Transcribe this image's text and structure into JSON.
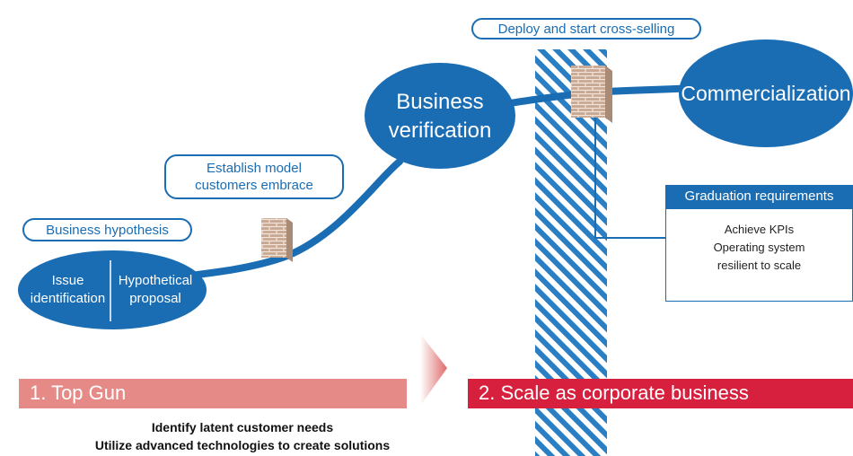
{
  "phases": {
    "business_hypothesis": "Business hypothesis",
    "establish_model": [
      "Establish model",
      "customers embrace"
    ],
    "deploy": "Deploy and start cross-selling"
  },
  "hypothesis_oval": {
    "left": [
      "Issue",
      "identification"
    ],
    "right": [
      "Hypothetical",
      "proposal"
    ]
  },
  "verification_oval": [
    "Business",
    "verification"
  ],
  "commercialization": "Commercialization",
  "graduation": {
    "title": "Graduation requirements",
    "items": [
      "Achieve KPIs",
      "Operating system",
      "resilient to scale"
    ]
  },
  "bands": {
    "top_gun": "1. Top Gun",
    "scale": "2. Scale as corporate business"
  },
  "top_gun_desc": [
    "Identify latent customer needs",
    "Utilize advanced technologies to create solutions"
  ],
  "colors": {
    "blue": "#1a6db3",
    "pink": "#e58a86",
    "red": "#d71f3e",
    "stripe": "#2a7fc4"
  }
}
